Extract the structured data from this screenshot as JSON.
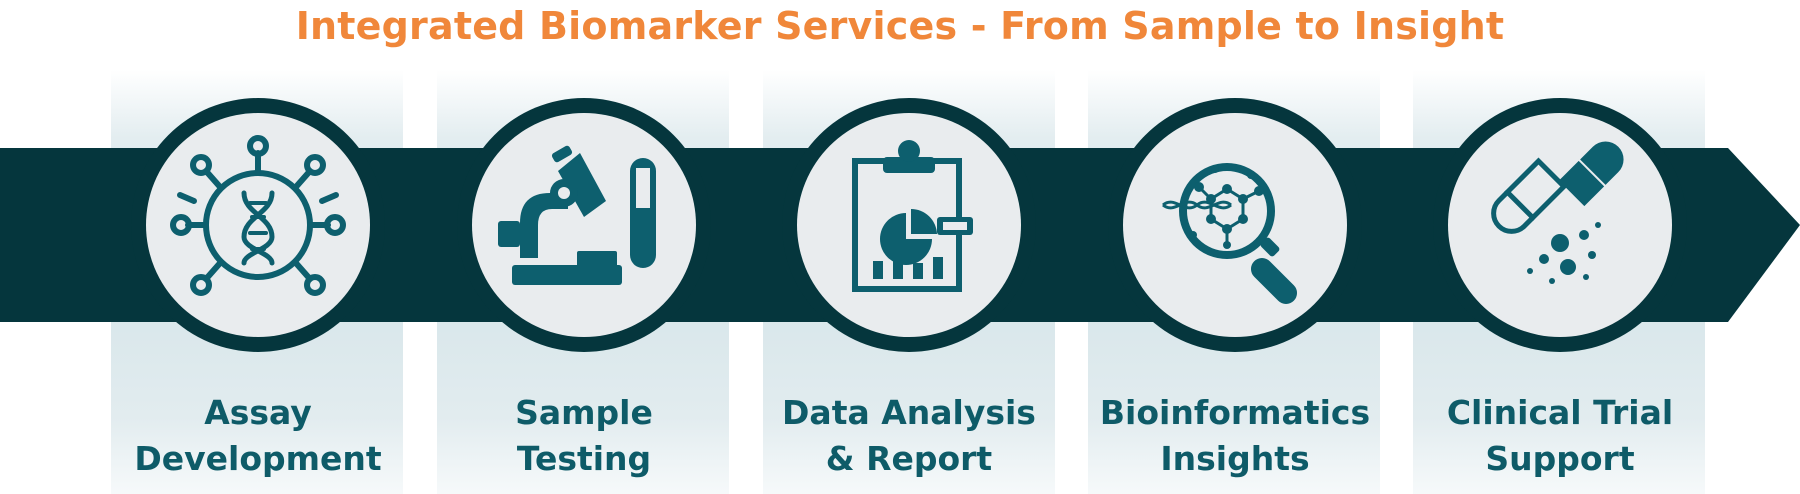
{
  "title": "Integrated Biomarker Services - From Sample to Insight",
  "colors": {
    "title": "#f0873a",
    "band": "#05363d",
    "icon": "#0d5f6e",
    "label": "#0e5b68",
    "disc_face": "#e9ecee",
    "column_tint": "#dae8ec"
  },
  "steps": [
    {
      "line1": "Assay",
      "line2": "Development",
      "icon": "virus-dna-icon"
    },
    {
      "line1": "Sample",
      "line2": "Testing",
      "icon": "microscope-test-tube-icon"
    },
    {
      "line1": "Data Analysis",
      "line2": "& Report",
      "icon": "clipboard-chart-icon"
    },
    {
      "line1": "Bioinformatics",
      "line2": "Insights",
      "icon": "magnifier-molecule-icon"
    },
    {
      "line1": "Clinical Trial",
      "line2": "Support",
      "icon": "capsule-pills-icon"
    }
  ]
}
